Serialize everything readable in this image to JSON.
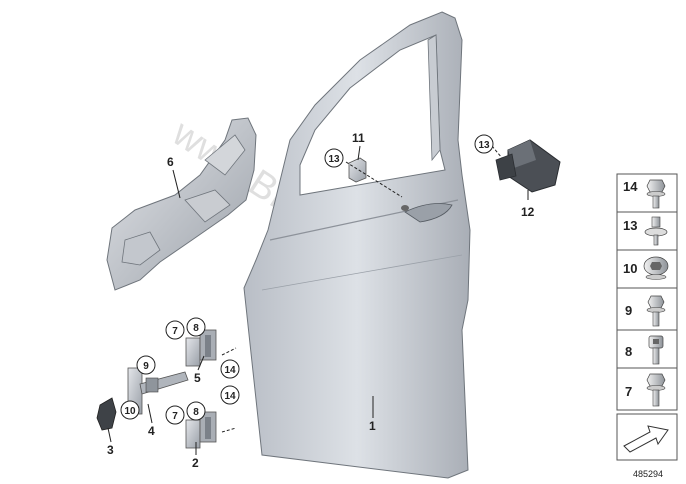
{
  "watermark": "www.BMWstore.pl",
  "diagram_id": "485294",
  "labels": {
    "door": "1",
    "lower_hinge": "2",
    "buffer": "3",
    "door_check": "4",
    "upper_hinge": "5",
    "sound_insulation": "6",
    "sensor": "11",
    "wedge_pad": "12"
  },
  "callouts": {
    "sensor_screw": "13",
    "pad_screw": "13",
    "hinge_top_a": "7",
    "hinge_top_b": "8",
    "hinge_top_c": "14",
    "check_a": "9",
    "check_b": "10",
    "hinge_bottom_a": "7",
    "hinge_bottom_b": "8",
    "hinge_bottom_c": "14"
  },
  "legend": [
    {
      "number": "14",
      "icon": "hex-flange-bolt-icon"
    },
    {
      "number": "13",
      "icon": "washer-screw-icon"
    },
    {
      "number": "10",
      "icon": "torx-flange-bolt-icon"
    },
    {
      "number": "9",
      "icon": "collar-bolt-icon"
    },
    {
      "number": "8",
      "icon": "socket-cap-bolt-icon"
    },
    {
      "number": "7",
      "icon": "hex-bolt-icon"
    }
  ]
}
